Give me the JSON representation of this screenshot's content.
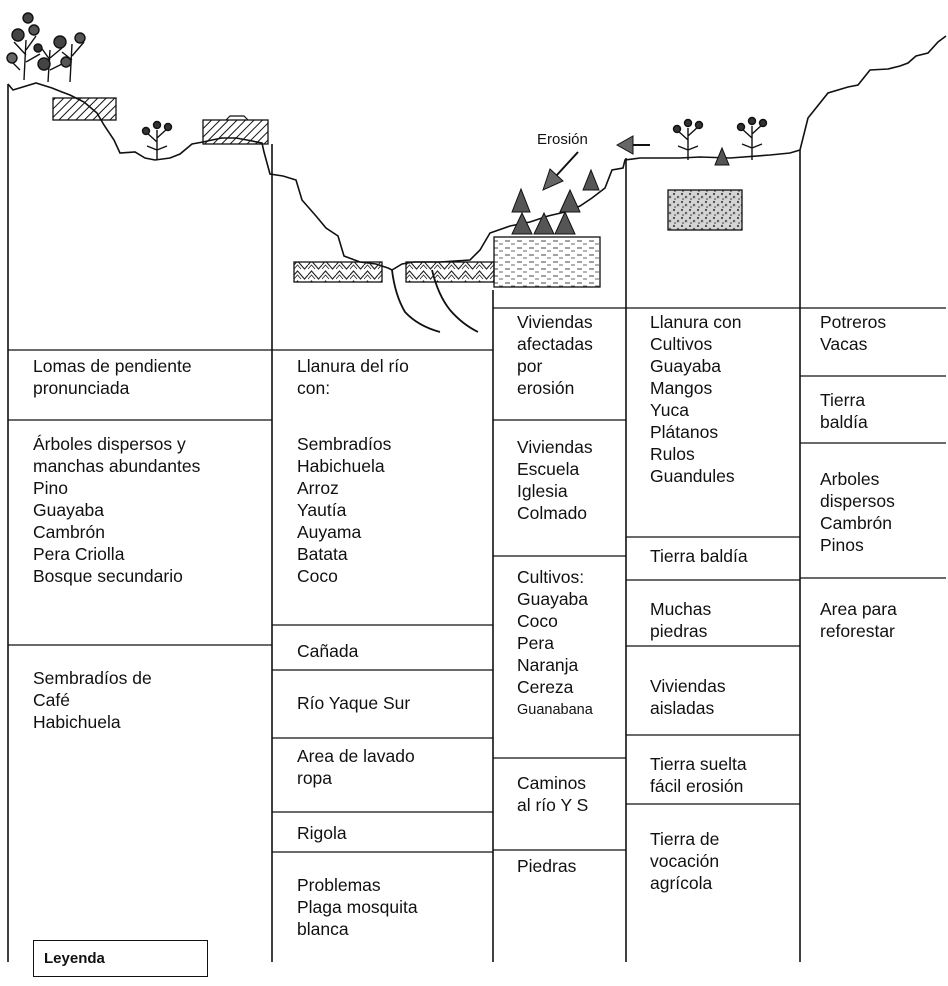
{
  "erosion_label": "Erosión",
  "legend_label": "Leyenda",
  "columns": [
    {
      "cells": [
        {
          "text": "Lomas de pendiente\npronunciada"
        },
        {
          "text": "Árboles dispersos y\nmanchas abundantes\nPino\nGuayaba\nCambrón\nPera Criolla\nBosque secundario"
        },
        {
          "text": "Sembradíos de\nCafé\nHabichuela"
        }
      ]
    },
    {
      "cells": [
        {
          "text": "Llanura del río\ncon:"
        },
        {
          "text": "Sembradíos\nHabichuela\nArroz\nYautía\nAuyama\nBatata\nCoco"
        },
        {
          "text": "Cañada"
        },
        {
          "text": "Río Yaque Sur"
        },
        {
          "text": "Area de lavado\nropa"
        },
        {
          "text": "Rigola"
        },
        {
          "text": "Problemas\nPlaga mosquita\nblanca"
        }
      ]
    },
    {
      "cells": [
        {
          "text": "Viviendas\nafectadas\npor\nerosión"
        },
        {
          "text": "Viviendas\nEscuela\nIglesia\nColmado"
        },
        {
          "text": "Cultivos:\nGuayaba\nCoco\nPera\nNaranja\nCereza"
        },
        {
          "text": "Guanabana"
        },
        {
          "text": "Caminos\nal río Y S"
        },
        {
          "text": "Piedras"
        }
      ]
    },
    {
      "cells": [
        {
          "text": "Llanura con\nCultivos\nGuayaba\nMangos\nYuca\nPlátanos\nRulos\nGuandules"
        },
        {
          "text": "Tierra baldía"
        },
        {
          "text": "Muchas\npiedras"
        },
        {
          "text": "Viviendas\naisladas"
        },
        {
          "text": "Tierra suelta\nfácil erosión"
        },
        {
          "text": "Tierra de\nvocación\nagrícola"
        }
      ]
    },
    {
      "cells": [
        {
          "text": "Potreros\nVacas"
        },
        {
          "text": "Tierra\nbaldía"
        },
        {
          "text": "Arboles\ndispersos\nCambrón\nPinos"
        },
        {
          "text": "Area para\nreforestar"
        }
      ]
    }
  ]
}
